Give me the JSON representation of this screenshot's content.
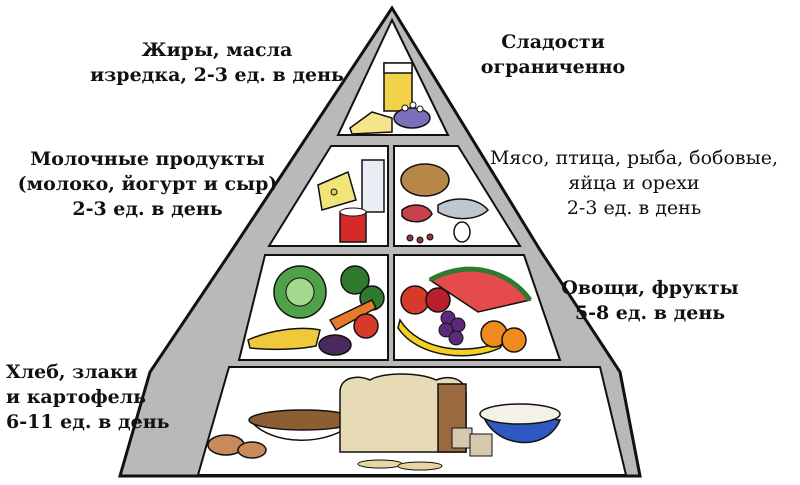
{
  "tiers": {
    "fats": {
      "lines": [
        "Жиры, масла",
        "изредка, 2-3 ед. в день"
      ]
    },
    "sweets": {
      "lines": [
        "Сладости",
        "ограниченно"
      ]
    },
    "dairy": {
      "lines": [
        "Молочные продукты",
        "(молоко, йогурт и сыр)",
        "2-3 ед. в день"
      ]
    },
    "meat": {
      "lines": [
        "Мясо, птица, рыба, бобовые,",
        "яйца и орехи",
        "2-3 ед. в день"
      ]
    },
    "vegfruit": {
      "lines": [
        "Овощи, фрукты",
        "5-8 ед. в день"
      ]
    },
    "grains": {
      "lines": [
        "Хлеб, злаки",
        "и картофель",
        "6-11 ед. в день"
      ]
    }
  },
  "colors": {
    "outline": "#111111",
    "pyramid_fill": "#b9b9b9",
    "panel_fill": "#ffffff"
  }
}
